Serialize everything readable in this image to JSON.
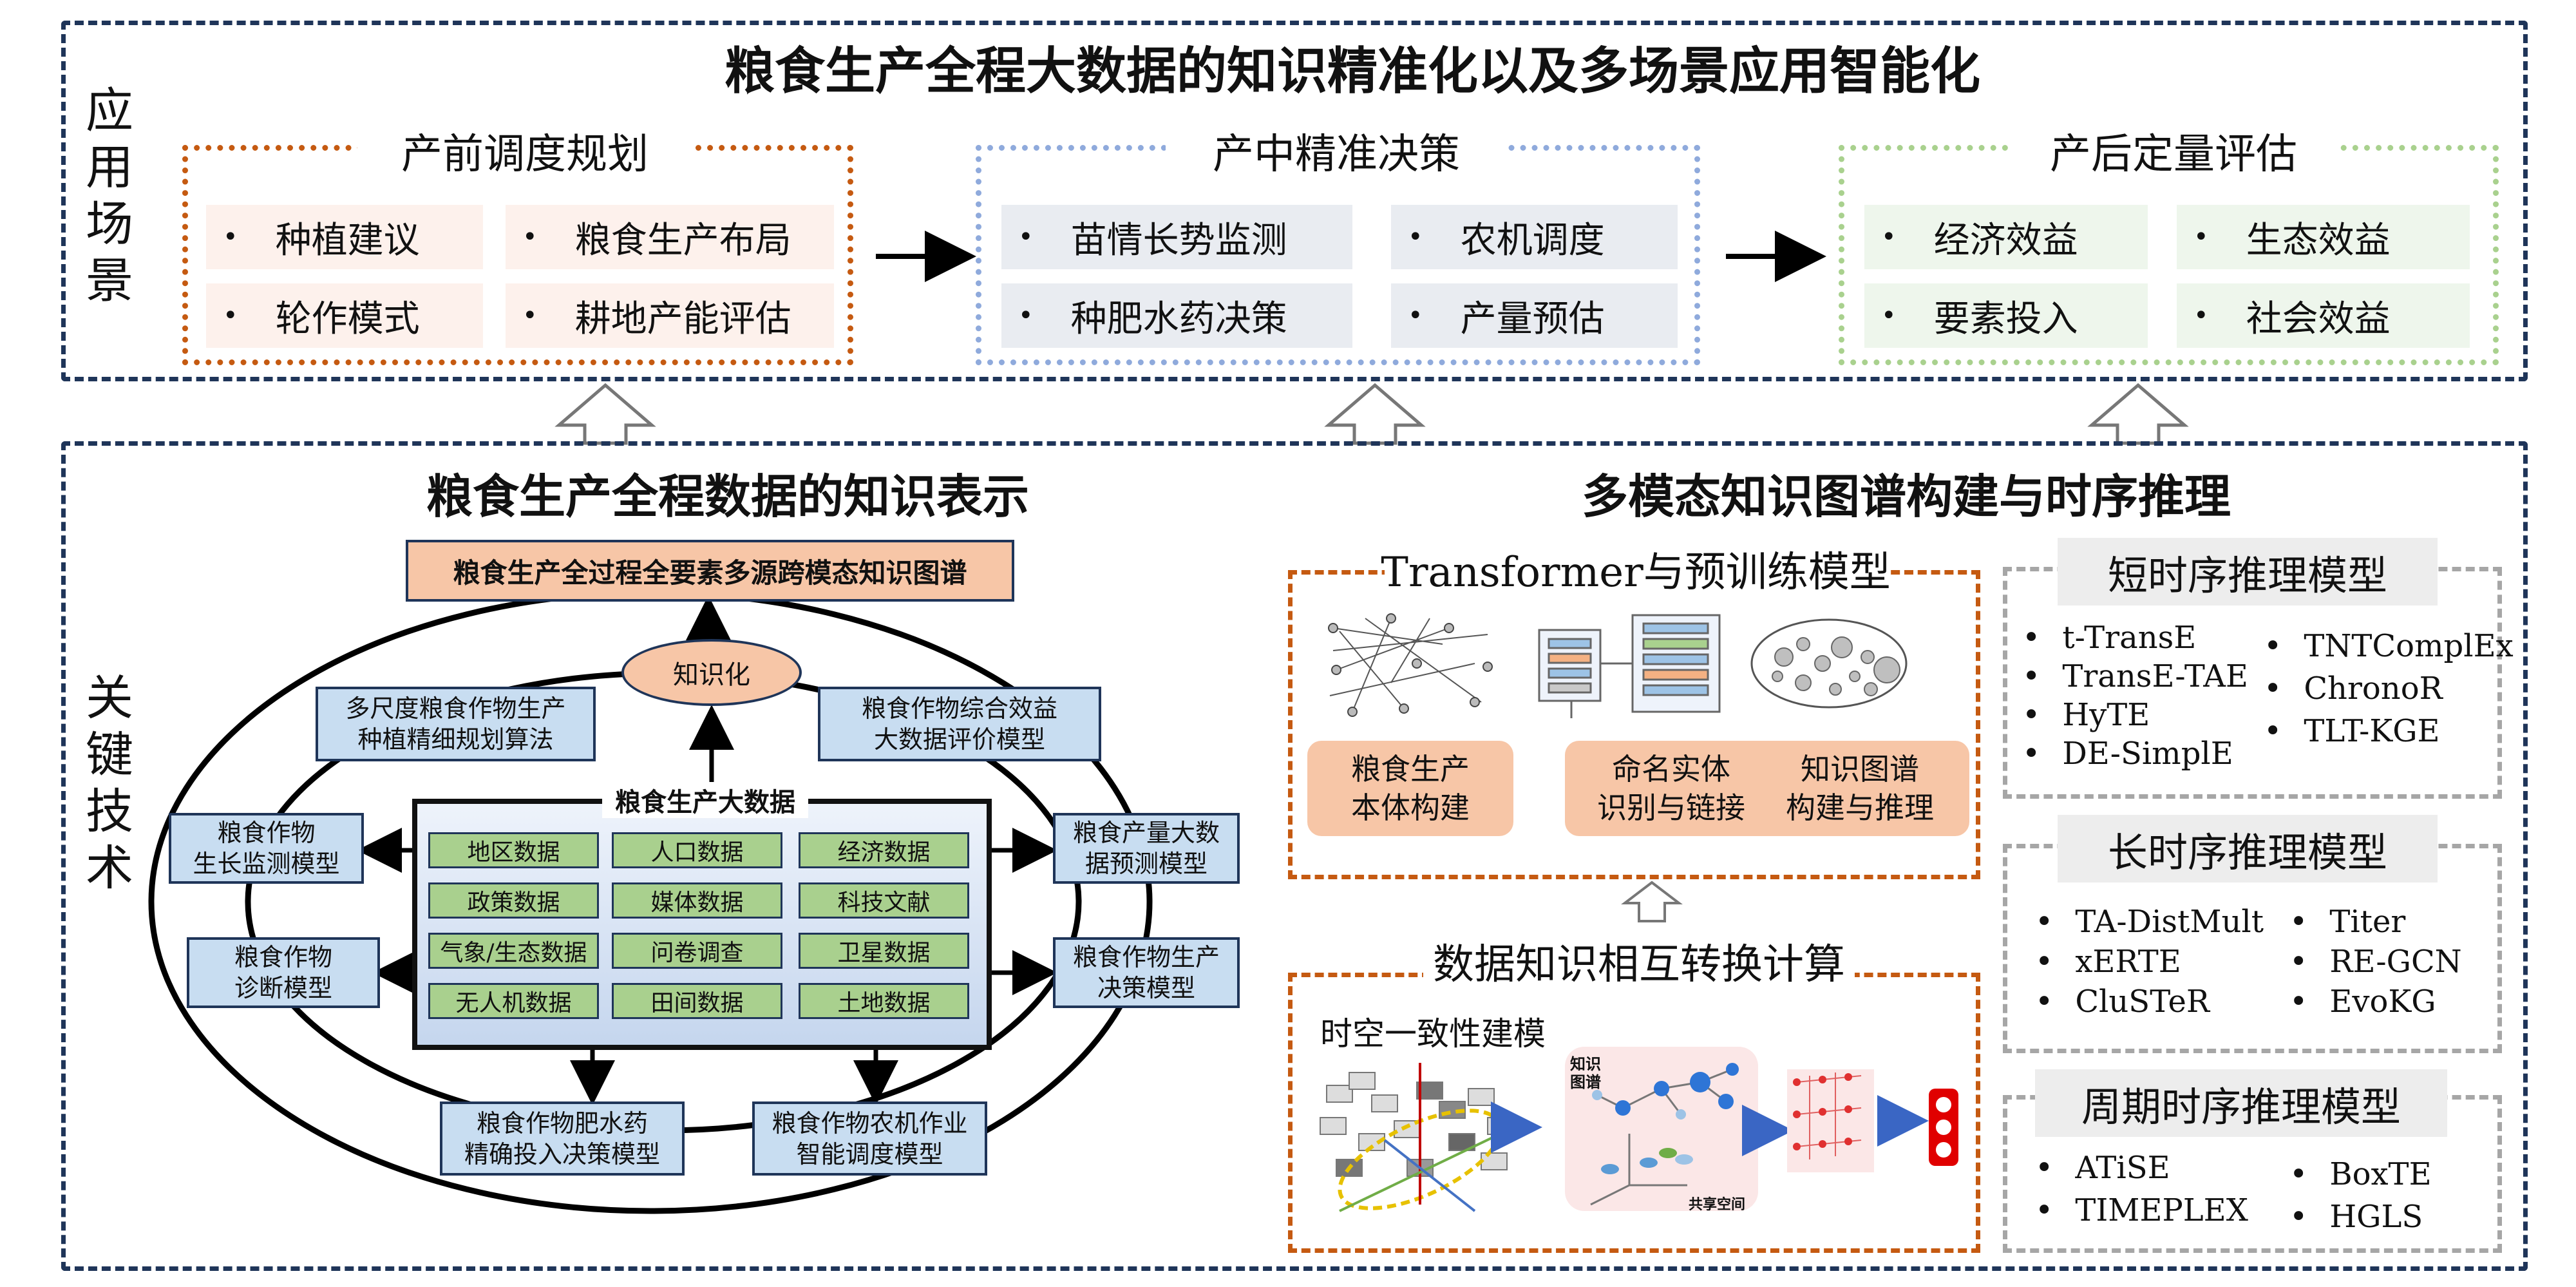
{
  "top": {
    "title": "粮食生产全程大数据的知识精准化以及多场景应用智能化",
    "side_label": [
      "应",
      "用",
      "场",
      "景"
    ],
    "scenarios": [
      {
        "title": "产前调度规划",
        "color": "#c55a11",
        "bg": "#fdf1ec",
        "items": [
          "种植建议",
          "粮食生产布局",
          "轮作模式",
          "耕地产能评估"
        ]
      },
      {
        "title": "产中精准决策",
        "color": "#8faadc",
        "bg": "#e9ecf1",
        "items": [
          "苗情长势监测",
          "农机调度",
          "种肥水药决策",
          "产量预估"
        ]
      },
      {
        "title": "产后定量评估",
        "color": "#a9d18e",
        "bg": "#eef6ec",
        "items": [
          "经济效益",
          "生态效益",
          "要素投入",
          "社会效益"
        ]
      }
    ],
    "bullet": "•"
  },
  "bottom": {
    "side_label": [
      "关",
      "键",
      "技",
      "术"
    ],
    "left": {
      "title": "粮食生产全程数据的知识表示",
      "kg_box": "粮食生产全过程全要素多源跨模态知识图谱",
      "knowledge_oval": "知识化",
      "big_data_title": "粮食生产大数据",
      "data_cells": [
        "地区数据",
        "人口数据",
        "经济数据",
        "政策数据",
        "媒体数据",
        "科技文献",
        "气象/生态数据",
        "问卷调查",
        "卫星数据",
        "无人机数据",
        "田间数据",
        "土地数据"
      ],
      "models": {
        "top_left": [
          "多尺度粮食作物生产",
          "种植精细规划算法"
        ],
        "top_right": [
          "粮食作物综合效益",
          "大数据评价模型"
        ],
        "mid_left": [
          "粮食作物",
          "生长监测模型"
        ],
        "mid_right": [
          "粮食产量大数",
          "据预测模型"
        ],
        "low_left": [
          "粮食作物",
          "诊断模型"
        ],
        "low_right": [
          "粮食作物生产",
          "决策模型"
        ],
        "bottom_left": [
          "粮食作物肥水药",
          "精确投入决策模型"
        ],
        "bottom_right": [
          "粮食作物农机作业",
          "智能调度模型"
        ]
      }
    },
    "right": {
      "title": "多模态知识图谱构建与时序推理",
      "transformer": {
        "title": "Transformer与预训练模型",
        "buttons": [
          [
            "粮食生产",
            "本体构建"
          ],
          [
            "命名实体",
            "识别与链接"
          ],
          [
            "知识图谱",
            "构建与推理"
          ]
        ]
      },
      "conversion": {
        "title": "数据知识相互转换计算",
        "subtitle": "时空一致性建模",
        "kg_label": [
          "知识",
          "图谱"
        ],
        "shared_space": "共享空间"
      },
      "short": {
        "title": "短时序推理模型",
        "col1": [
          "t-TransE",
          "TransE-TAE",
          "HyTE",
          "DE-SimplE"
        ],
        "col2": [
          "TNTComplEx",
          "ChronoR",
          "TLT-KGE"
        ]
      },
      "long": {
        "title": "长时序推理模型",
        "col1": [
          "TA-DistMult",
          "xERTE",
          "CluSTeR"
        ],
        "col2": [
          "Titer",
          "RE-GCN",
          "EvoKG"
        ]
      },
      "periodic": {
        "title": "周期时序推理模型",
        "col1": [
          "ATiSE",
          "TIMEPLEX"
        ],
        "col2": [
          "BoxTE",
          "HGLS"
        ]
      }
    }
  },
  "colors": {
    "navy": "#1f3559",
    "orange": "#c55a11",
    "gray": "#a6a6a6",
    "salmon": "#f7c6a7",
    "light_blue": "#c8ddf1",
    "green": "#a9d08e"
  }
}
